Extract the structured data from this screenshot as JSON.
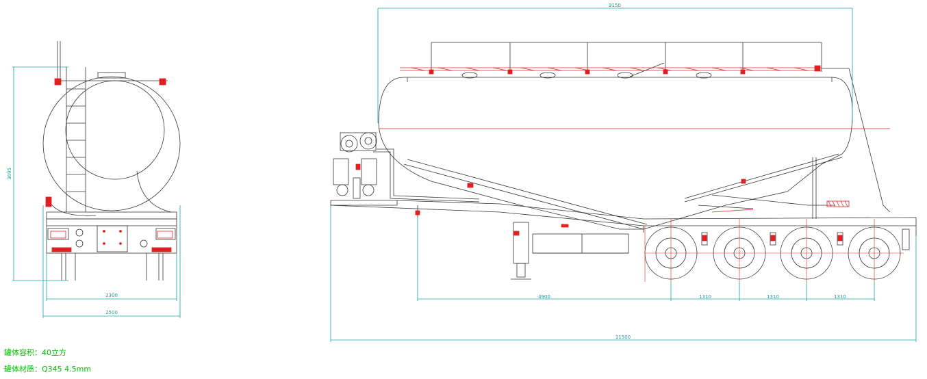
{
  "dimensions": {
    "front_height": "3695",
    "front_inner_width": "2300",
    "front_outer_width": "2500",
    "tank_length": "9150",
    "kingpin_to_axle": "4900",
    "axle_spacing_1": "1310",
    "axle_spacing_2": "1310",
    "axle_spacing_3": "1310",
    "overall_length": "11500"
  },
  "specs": {
    "capacity_label": "罐体容积：40立方",
    "material_label": "罐体材质：Q345  4.5mm"
  },
  "colors": {
    "outline": "#333333",
    "dimension": "#1aa0a0",
    "accent": "#e02020",
    "spec_text": "#00c000"
  }
}
